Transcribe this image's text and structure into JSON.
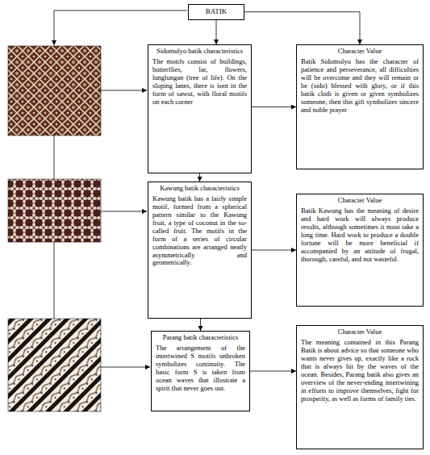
{
  "diagram": {
    "nodes": [
      {
        "text": [
          "BATIK"
        ]
      },
      {
        "text": [
          "Sidomulyo batik characteristics",
          "The motifs consist of buildings, butterflies, lar, flowers, lunglungan (tree of life). On the sloping lanes, there is isen in the form of sawut, with floral motifs on each corner"
        ]
      },
      {
        "text": [
          "Character Value",
          "Batik Sidomulyo has the character of patience and perseverance, all difficulties will be overcome and they will remain or be (sido) blessed with glory, or if this batik cloth is given or given symbolizes someone, then this gift symbolizes sincere and noble prayer"
        ]
      },
      {
        "text": [
          "Kawung batik characteristics",
          "Kawung batik has a fairly simple motif, formed from a spherical pattern similar to the Kawung fruit, a type of coconut in the so-called fruit. The motifs in the form of a series of circular combinations are arranged neatly asymmetrically and geometrically."
        ]
      },
      {
        "text": [
          "Character Value",
          "Batik Kawung has the meaning of desire and hard work will always produce results, although sometimes it must take a long time. Hard work to produce a double fortune will be more beneficial if accompanied by an attitude of frugal, thorough, careful, and not wasteful."
        ]
      },
      {
        "text": [
          "Parang batik characteristics",
          "The arrangement of the intertwined S motifs unbroken symbolizes continuity. The basic form S is taken from ocean waves that illustrate a spirit that never goes out."
        ]
      },
      {
        "text": [
          "Character Value",
          "The meaning contained in this Parang Batik is about advice so that someone who wants never gives up, exactly like a rock that is always hit by the waves of the ocean. Besides, Parang batik also gives an overview of the never-ending intertwining in efforts to improve themselves, fight for prosperity, as well as forms of family ties."
        ]
      }
    ],
    "edges": [
      {
        "from": 0,
        "to": 1,
        "arrow": "to"
      },
      {
        "from": 0,
        "to": 2,
        "arrow": "to"
      },
      {
        "from": 1,
        "to": 2,
        "arrow": "to"
      },
      {
        "from": 1,
        "to": 3,
        "arrow": "to"
      },
      {
        "from": 3,
        "to": 4,
        "arrow": "to"
      },
      {
        "from": 3,
        "to": 5,
        "arrow": "to"
      },
      {
        "from": 5,
        "to": 6,
        "arrow": "to"
      }
    ]
  }
}
